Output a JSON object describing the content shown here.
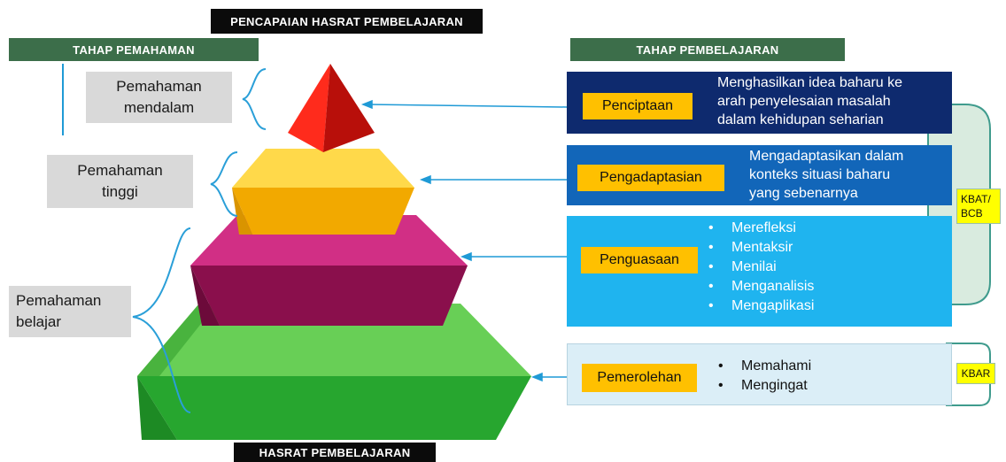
{
  "headers": {
    "top": "PENCAPAIAN HASRAT PEMBELAJARAN",
    "left": "TAHAP PEMAHAMAN",
    "right": "TAHAP PEMBELAJARAN",
    "bottom": "HASRAT PEMBELAJARAN"
  },
  "understanding_levels": [
    {
      "line1": "Pemahaman",
      "line2": "mendalam"
    },
    {
      "line1": "Pemahaman",
      "line2": "tinggi"
    },
    {
      "line1": "Pemahaman",
      "line2": "belajar"
    }
  ],
  "pyramid_colors": {
    "top": "#e01b16",
    "second": "#ffc400",
    "third": "#a3165e",
    "base": "#3cb13a"
  },
  "learning_levels": [
    {
      "tag": "Penciptaan",
      "bg": "#0e2a6e",
      "lines": [
        "Menghasilkan idea baharu ke",
        "arah penyelesaian masalah",
        "dalam kehidupan seharian"
      ]
    },
    {
      "tag": "Pengadaptasian",
      "bg": "#1266b9",
      "lines": [
        "Mengadaptasikan dalam",
        "konteks situasi baharu",
        "yang sebenarnya"
      ]
    },
    {
      "tag": "Penguasaan",
      "bg": "#1fb4ef",
      "bullets": [
        "Merefleksi",
        "Mentaksir",
        "Menilai",
        "Menganalisis",
        "Mengaplikasi"
      ]
    },
    {
      "tag": "Pemerolehan",
      "bg": "#dbeef7",
      "bullets": [
        "Memahami",
        "Mengingat"
      ]
    }
  ],
  "side_tags": {
    "kbat": "KBAT/ BCB",
    "kbar": "KBAR"
  }
}
